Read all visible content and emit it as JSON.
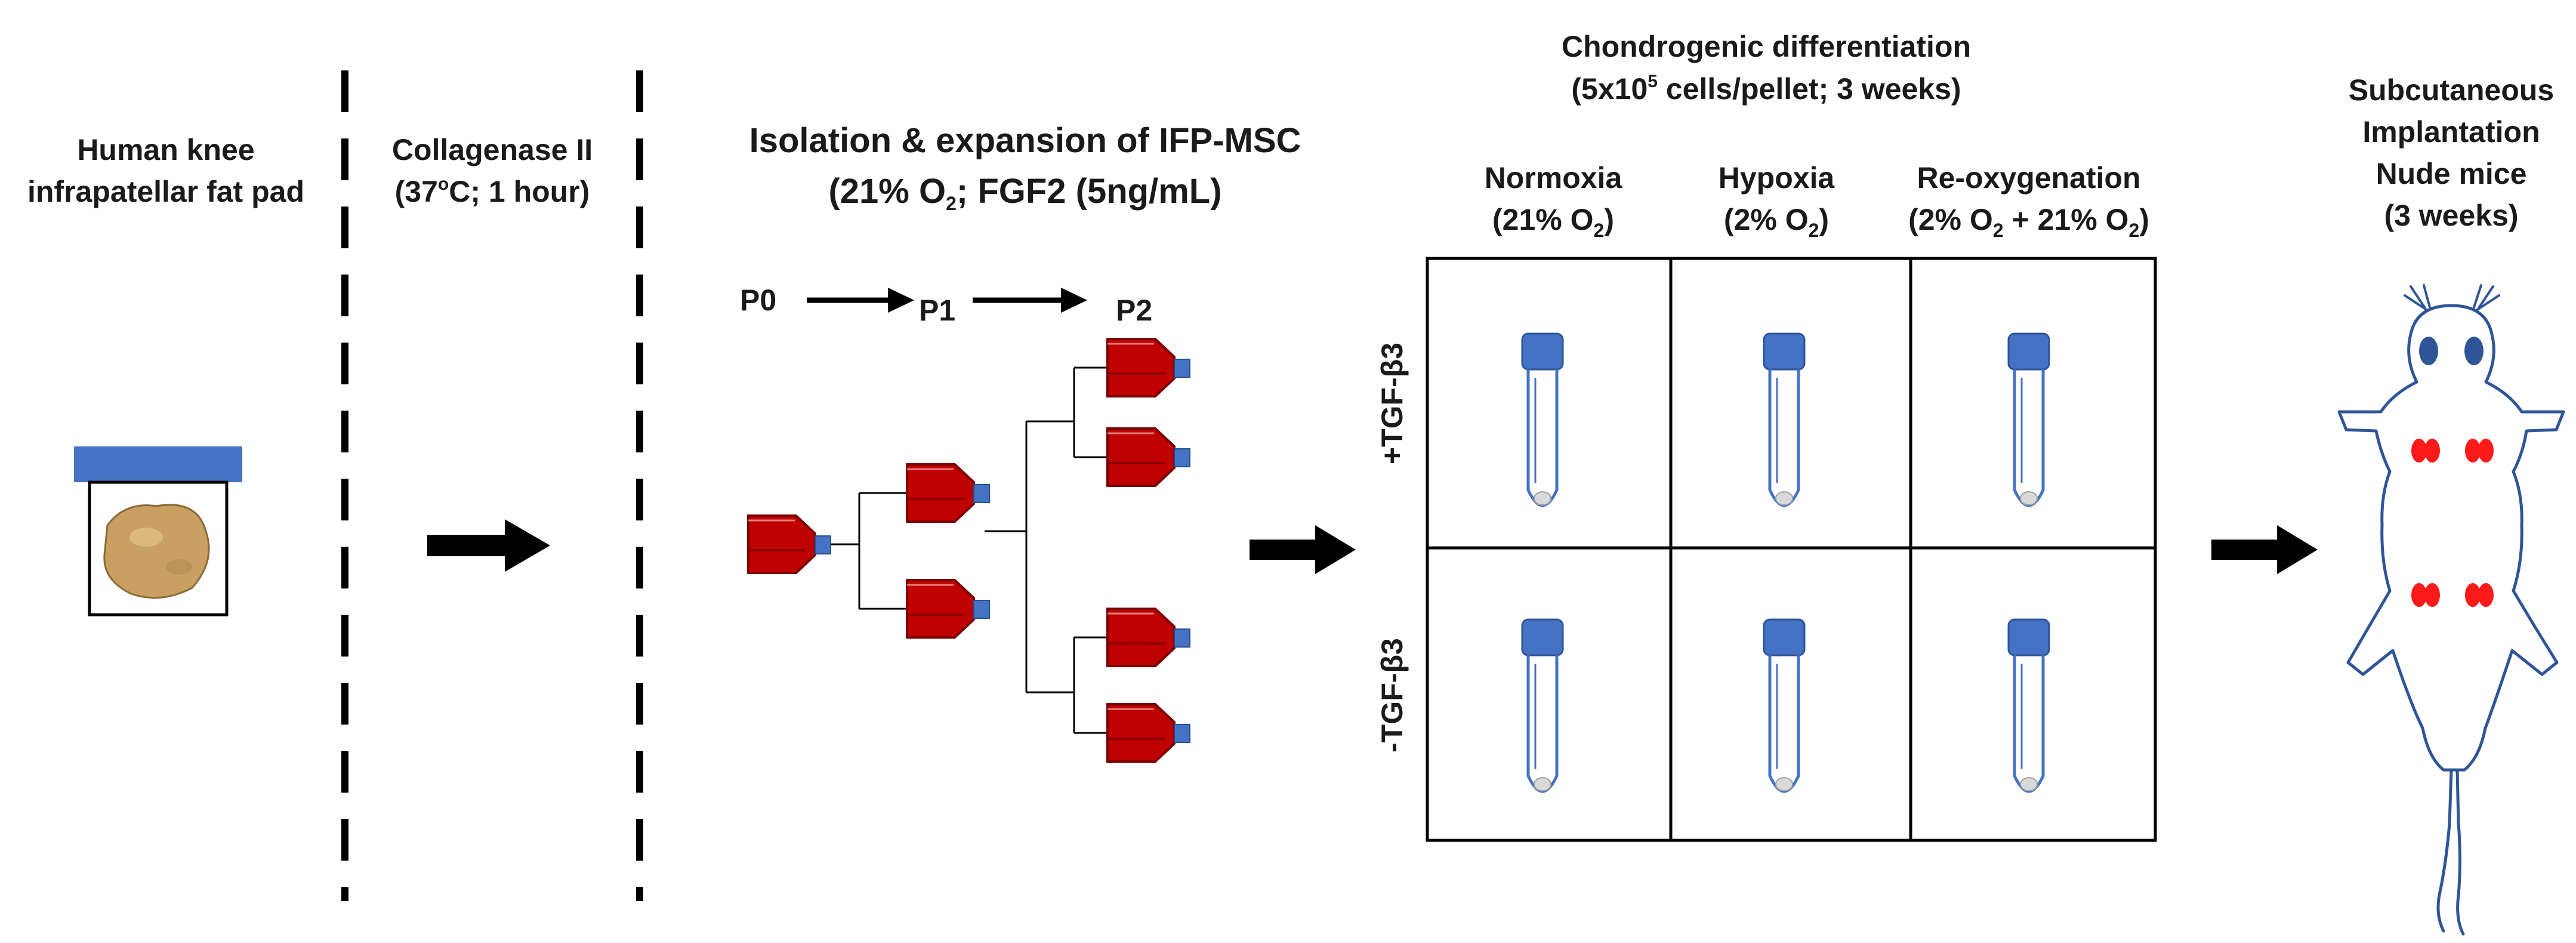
{
  "colors": {
    "flask_red": "#c00000",
    "cap_blue": "#4472c4",
    "tube_outline": "#4472c4",
    "dot_red": "#ff1a1a",
    "line": "#000000"
  },
  "step1": {
    "line1": "Human knee",
    "line2": "infrapatellar fat pad"
  },
  "step2": {
    "line1": "Collagenase II",
    "line2_pre": "(37",
    "line2_deg": "o",
    "line2_post": "C; 1 hour)"
  },
  "step3": {
    "line1": "Isolation & expansion of IFP-MSC",
    "line2_pre": "(21% O",
    "line2_sub": "2",
    "line2_post": "; FGF2 (5ng/mL)",
    "passages": [
      "P0",
      "P1",
      "P2"
    ]
  },
  "step4": {
    "title": "Chondrogenic differentiation",
    "subtitle_pre": "(5x10",
    "subtitle_sup": "5",
    "subtitle_post": " cells/pellet; 3 weeks)",
    "columns": [
      {
        "name": "Normoxia",
        "cond_pre": "(21% O",
        "cond_sub": "2",
        "cond_post": ")"
      },
      {
        "name": "Hypoxia",
        "cond_pre": "(2% O",
        "cond_sub": "2",
        "cond_post": ")"
      },
      {
        "name": "Re-oxygenation",
        "cond_pre": "(2% O",
        "cond_sub": "2",
        "cond_mid": " + 21% O",
        "cond_sub2": "2",
        "cond_post": ")"
      }
    ],
    "rows": [
      "+TGF-β3",
      "-TGF-β3"
    ]
  },
  "step5": {
    "lines": [
      "Subcutaneous",
      "Implantation",
      "Nude mice",
      "(3 weeks)"
    ]
  }
}
